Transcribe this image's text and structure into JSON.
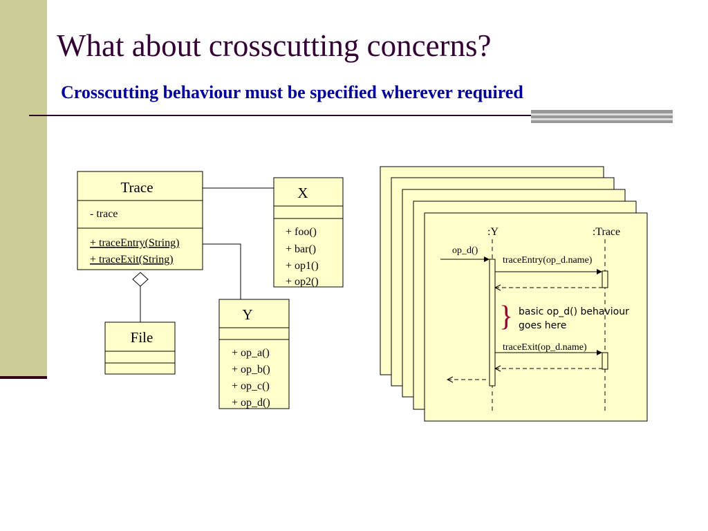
{
  "slide": {
    "title": "What about crosscutting concerns?",
    "subtitle": "Crosscutting behaviour must be specified wherever required"
  },
  "class_diagram": {
    "trace": {
      "name": "Trace",
      "attribute": "- trace",
      "operations": [
        "+ traceEntry(String)",
        "+ traceExit(String)"
      ]
    },
    "x": {
      "name": "X",
      "operations": [
        "+ foo()",
        "+ bar()",
        "+ op1()",
        "+ op2()"
      ]
    },
    "file": {
      "name": "File"
    },
    "y": {
      "name": "Y",
      "operations": [
        "+ op_a()",
        "+ op_b()",
        "+ op_c()",
        "+ op_d()"
      ]
    }
  },
  "sequence_diagram": {
    "lifelines": [
      ":Y",
      ":Trace"
    ],
    "incoming_call": "op_d()",
    "entry_call": "traceEntry(op_d.name)",
    "exit_call": "traceExit(op_d.name)",
    "note_lines": [
      "basic op_d() behaviour",
      "goes here"
    ],
    "brace": "}"
  },
  "colors": {
    "sidebar": "#cccc99",
    "box_fill": "#ffffcc",
    "title": "#330033",
    "subtitle": "#000099",
    "brace": "#990033"
  }
}
